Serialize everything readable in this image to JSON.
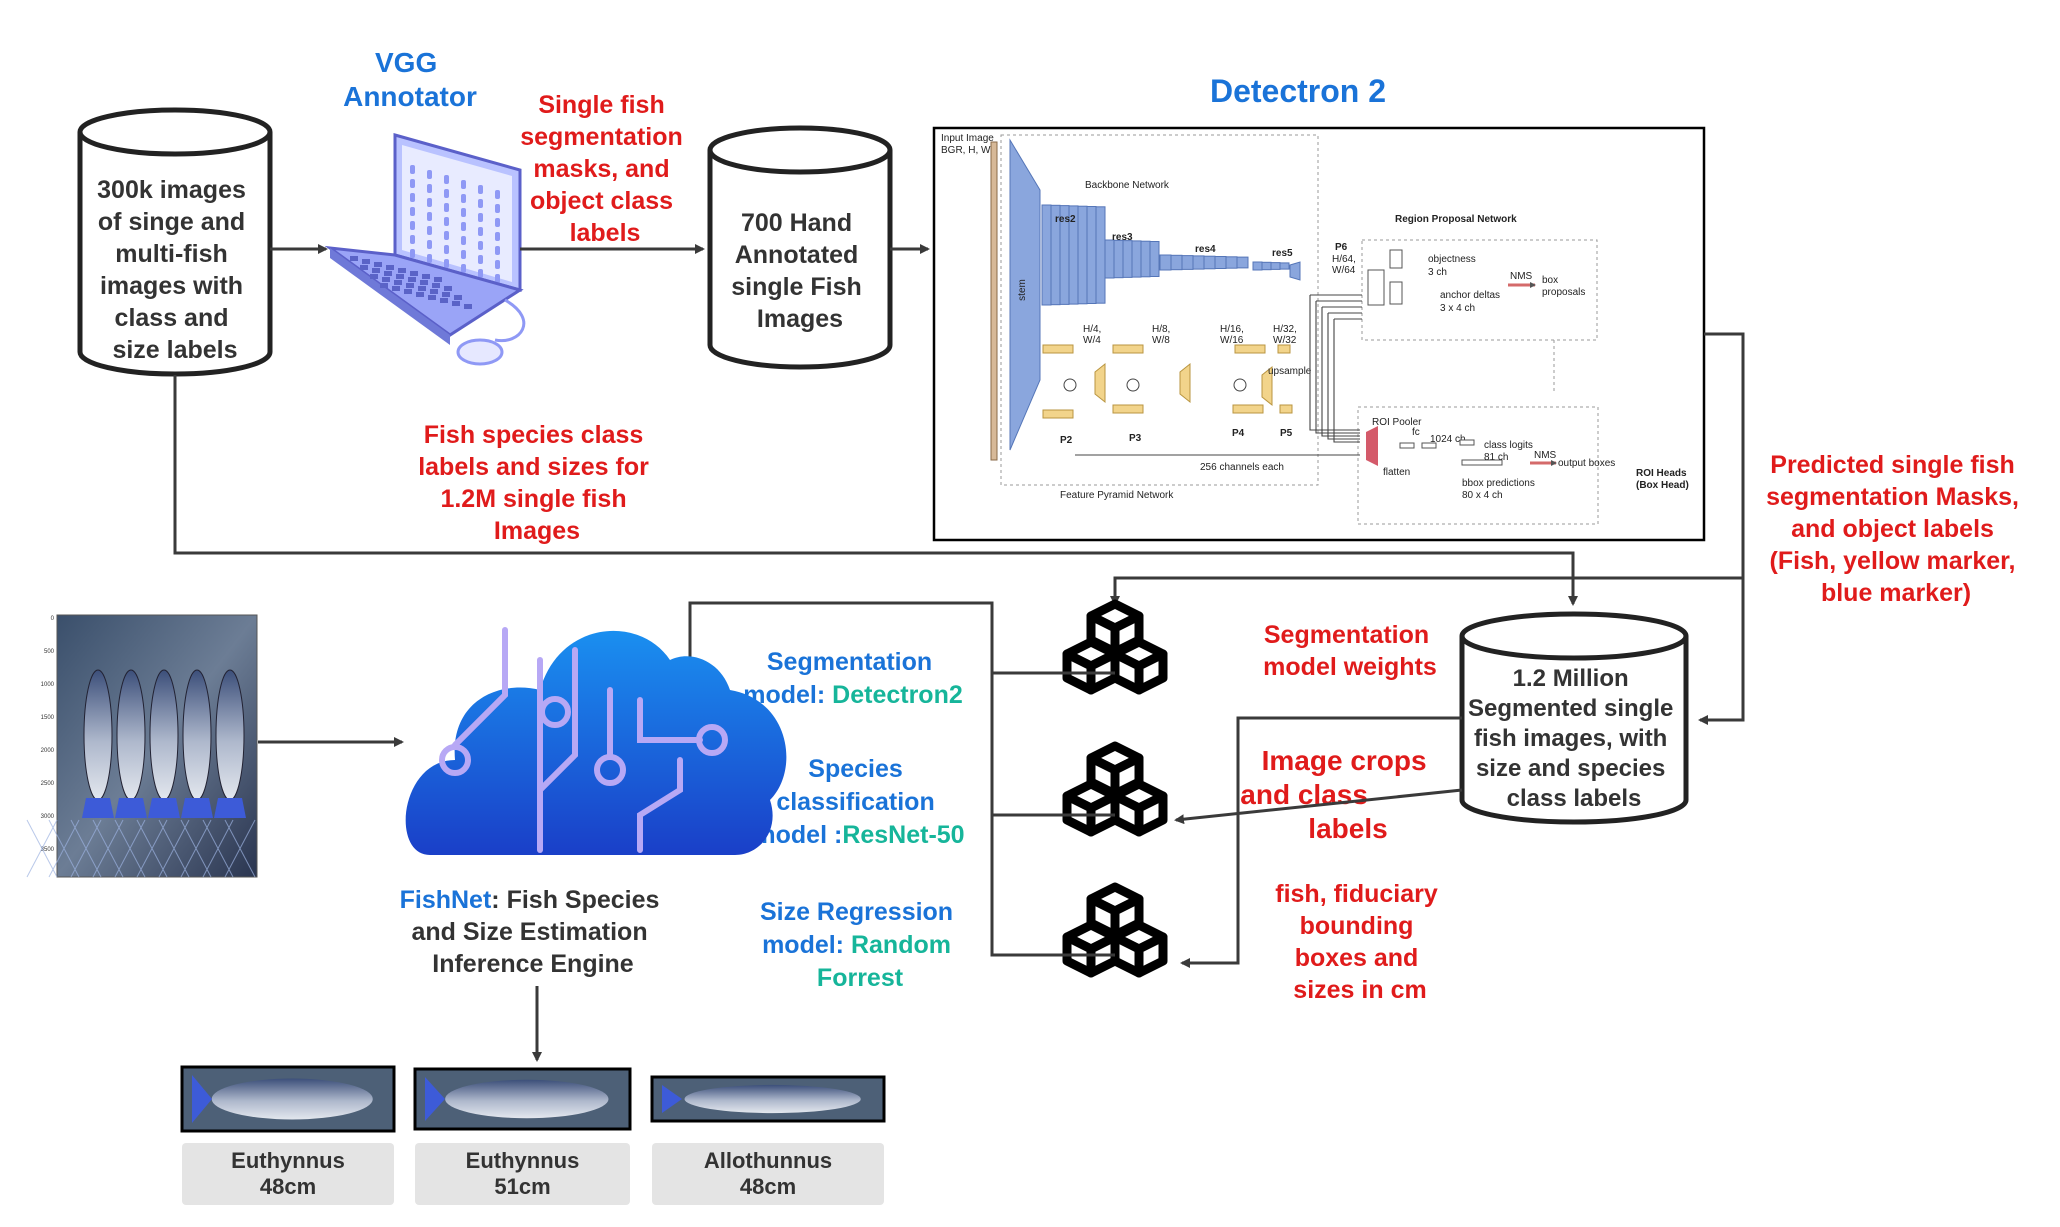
{
  "title_vgg": [
    "VGG",
    "Annotator"
  ],
  "title_detectron": "Detectron 2",
  "cyl_input": [
    "300k images",
    "of singe and",
    "multi-fish",
    "images with",
    "class and",
    "size labels"
  ],
  "cyl_annotated": [
    "700 Hand",
    "Annotated",
    "single Fish",
    "Images"
  ],
  "cyl_segmented": [
    "1.2 Million",
    "Segmented single",
    "fish images, with",
    "size and species",
    "class labels"
  ],
  "label_masks": [
    "Single fish",
    "segmentation",
    "masks, and",
    "object class",
    "labels"
  ],
  "label_species_sizes": [
    "Fish species class",
    "labels and sizes for",
    "1.2M single fish",
    "Images"
  ],
  "label_predicted": [
    "Predicted single fish",
    "segmentation Masks,",
    "and object  labels",
    "(Fish, yellow marker,",
    "blue marker)"
  ],
  "label_seg_weights": [
    "Segmentation",
    "model weights"
  ],
  "label_crops": [
    "Image crops",
    "and class",
    "labels"
  ],
  "label_bboxes": [
    "fish, fiduciary",
    "bounding",
    "boxes and",
    "sizes in cm"
  ],
  "models": {
    "seg": {
      "line1": "Segmentation",
      "prefix": "model: ",
      "name": "Detectron2"
    },
    "cls": {
      "line1": "Species",
      "line2": "classification",
      "prefix": "model :",
      "name": "ResNet-50"
    },
    "reg": {
      "line1": "Size Regression",
      "prefix": "model: ",
      "name": "Random",
      "name2": "Forrest"
    }
  },
  "engine": {
    "name": "FishNet",
    "rest": ": Fish Species",
    "line2": "and Size Estimation",
    "line3": "Inference Engine"
  },
  "outputs": [
    {
      "species": "Euthynnus",
      "size": "48cm"
    },
    {
      "species": "Euthynnus",
      "size": "51cm"
    },
    {
      "species": "Allothunnus",
      "size": "48cm"
    }
  ],
  "detectron": {
    "input_image": [
      "Input Image",
      "BGR, H, W"
    ],
    "backbone": "Backbone Network",
    "rpn": "Region Proposal Network",
    "fpn": "Feature Pyramid Network",
    "roi_heads": [
      "ROI Heads",
      "(Box Head)"
    ],
    "stem": "stem",
    "res": [
      "res2",
      "res3",
      "res4",
      "res5"
    ],
    "p6": [
      "P6",
      "H/64,",
      "W/64"
    ],
    "strides": [
      [
        "H/4,",
        "W/4"
      ],
      [
        "H/8,",
        "W/8"
      ],
      [
        "H/16,",
        "W/16"
      ],
      [
        "H/32,",
        "W/32"
      ]
    ],
    "p_levels": [
      "P2",
      "P3",
      "P4",
      "P5"
    ],
    "upsample": "upsample",
    "channels": "256 channels each",
    "objectness": [
      "objectness",
      "3 ch"
    ],
    "anchor": [
      "anchor deltas",
      "3 x 4 ch"
    ],
    "nms": "NMS",
    "box_proposals": [
      "box",
      "proposals"
    ],
    "roi_pooler": "ROI Pooler",
    "flatten": "flatten",
    "fc": "fc",
    "fc_dim": "1024 ch",
    "class_logits": [
      "class logits",
      "81 ch"
    ],
    "bbox_pred": [
      "bbox predictions",
      "80 x 4 ch"
    ],
    "output_boxes": "output boxes"
  },
  "ruler_ticks": [
    "0",
    "500",
    "1000",
    "1500",
    "2000",
    "2500",
    "3000",
    "3500"
  ],
  "colors": {
    "red": "#e01b1b",
    "blue": "#1a73d8",
    "teal": "#16b59a",
    "dark": "#333333",
    "cloud": "#1c5fd8"
  }
}
